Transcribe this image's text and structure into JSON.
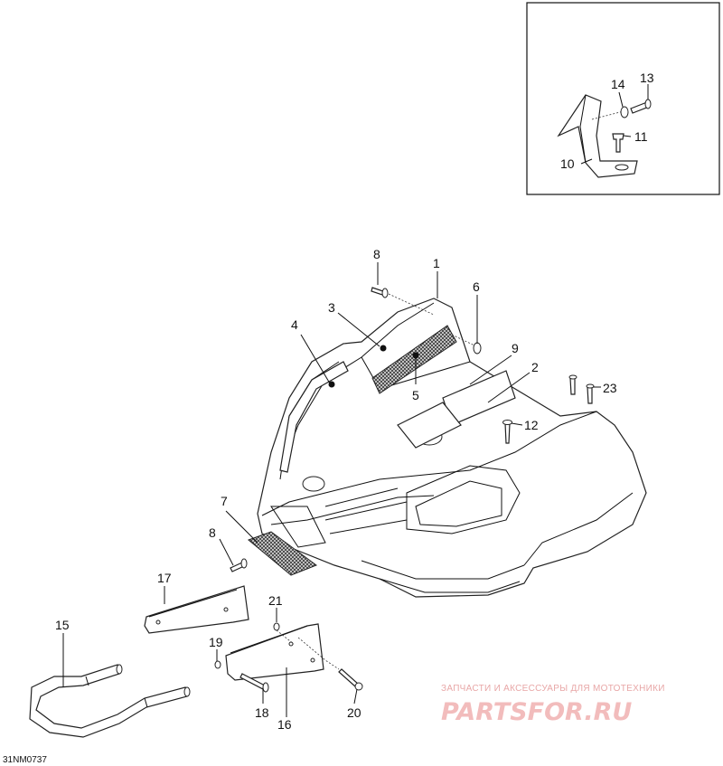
{
  "callouts": [
    {
      "id": "c1",
      "label": "1"
    },
    {
      "id": "c2",
      "label": "2"
    },
    {
      "id": "c3",
      "label": "3"
    },
    {
      "id": "c4",
      "label": "4"
    },
    {
      "id": "c5",
      "label": "5"
    },
    {
      "id": "c6",
      "label": "6"
    },
    {
      "id": "c7",
      "label": "7"
    },
    {
      "id": "c8a",
      "label": "8"
    },
    {
      "id": "c8b",
      "label": "8"
    },
    {
      "id": "c9",
      "label": "9"
    },
    {
      "id": "c10",
      "label": "10"
    },
    {
      "id": "c11",
      "label": "11"
    },
    {
      "id": "c12",
      "label": "12"
    },
    {
      "id": "c13",
      "label": "13"
    },
    {
      "id": "c14",
      "label": "14"
    },
    {
      "id": "c15",
      "label": "15"
    },
    {
      "id": "c16",
      "label": "16"
    },
    {
      "id": "c17",
      "label": "17"
    },
    {
      "id": "c18",
      "label": "18"
    },
    {
      "id": "c19",
      "label": "19"
    },
    {
      "id": "c20",
      "label": "20"
    },
    {
      "id": "c21",
      "label": "21"
    },
    {
      "id": "c23",
      "label": "23"
    }
  ],
  "diagram_code": "31NM0737",
  "watermark": {
    "subtitle": "ЗАПЧАСТИ И АКСЕССУАРЫ ДЛЯ МОТОТЕХНИКИ",
    "brand": "PARTSFOR.RU"
  }
}
